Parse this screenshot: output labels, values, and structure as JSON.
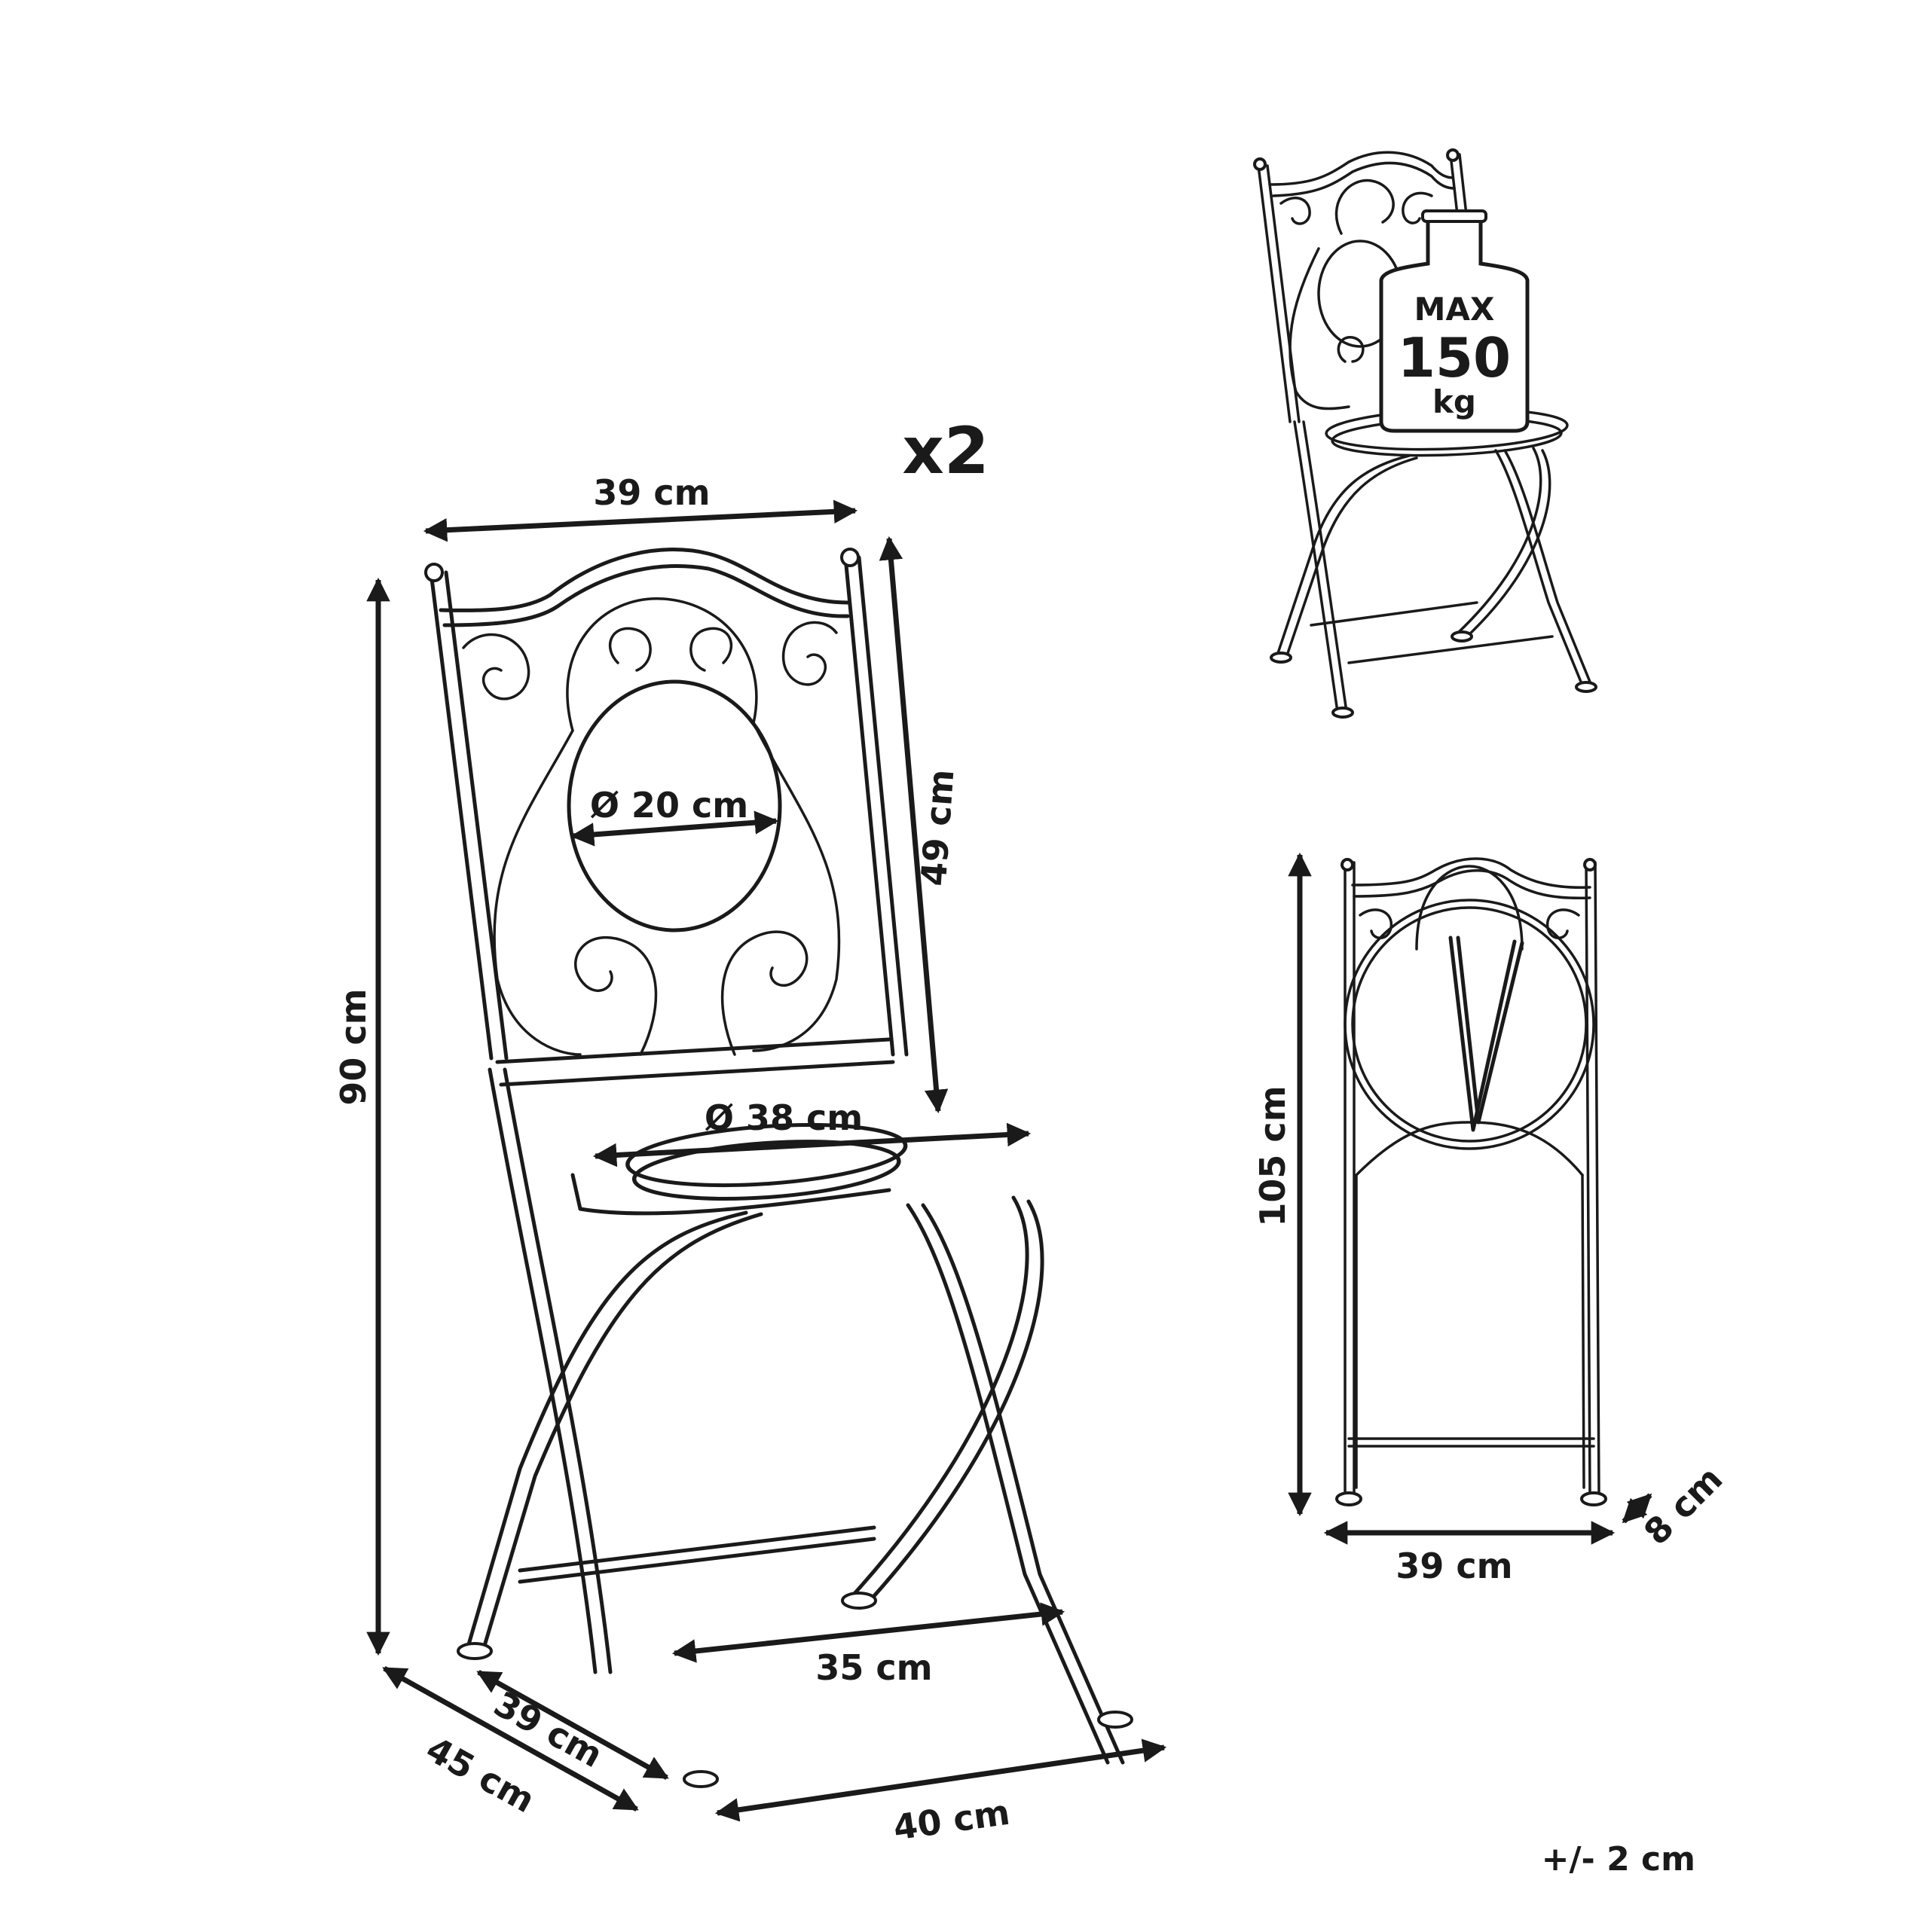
{
  "quantity_label": "x2",
  "tolerance_label": "+/- 2 cm",
  "weight_badge": {
    "line1": "MAX",
    "line2": "150",
    "line3": "kg"
  },
  "main_view": {
    "back_width": "39 cm",
    "back_medallion_diameter": "Ø 20 cm",
    "back_height": "49 cm",
    "total_height": "90 cm",
    "seat_diameter": "Ø 38 cm",
    "leg_span": "35 cm",
    "depth_inner": "39 cm",
    "depth_outer": "45 cm",
    "base_width": "40 cm"
  },
  "folded_view": {
    "height": "105 cm",
    "width": "39 cm",
    "thickness": "8 cm"
  }
}
